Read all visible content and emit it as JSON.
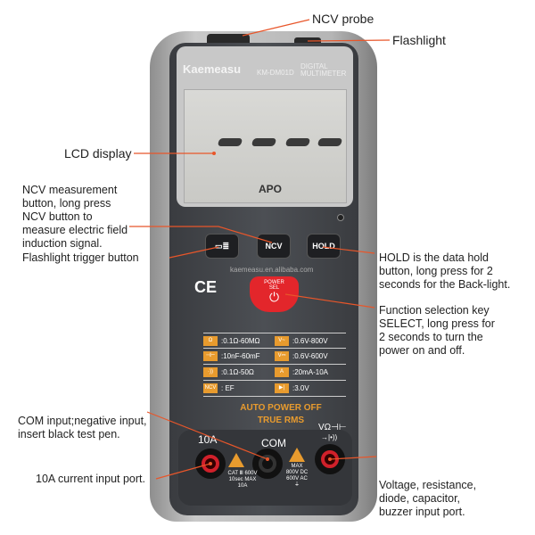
{
  "device": {
    "brand": "Kaemeasu",
    "model": "KM-DM01D",
    "type_line1": "DIGITAL",
    "type_line2": "MULTIMETER",
    "lcd_text": "APO",
    "website": "kaemeasu.en.alibaba.com",
    "buttons": {
      "flashlight": "▭≣",
      "ncv": "NCV",
      "hold": "HOLD",
      "power_line1": "POWER",
      "power_line2": "SEL"
    },
    "ce_mark": "CE",
    "specs": [
      [
        ":0.1Ω-60MΩ",
        ":0.6V-800V"
      ],
      [
        ":10nF-60mF",
        ":0.6V-600V"
      ],
      [
        ":0.1Ω-50Ω",
        ":20mA-10A"
      ],
      [
        ": EF",
        ":3.0V"
      ]
    ],
    "spec_icons": [
      [
        "Ω",
        "V~"
      ],
      [
        "⊣⊢",
        "V⎓"
      ],
      [
        "·))",
        "A"
      ],
      [
        "NCV",
        "▶|"
      ]
    ],
    "footer_line1": "AUTO POWER OFF",
    "footer_line2": "TRUE RMS",
    "jacks": {
      "left": "10A",
      "center": "COM",
      "right": "VΩ⊣⊢",
      "right_sub": "→|•))"
    },
    "left_rating_line1": "CAT Ⅲ 600V",
    "left_rating_line2": "10sec MAX",
    "left_bracket": "10A",
    "right_rating_line1": "MAX",
    "right_rating_line2": "800V DC",
    "right_rating_line3": "600V AC",
    "right_bracket": "⏚",
    "accent_color": "#e89b2e",
    "power_color": "#e3262b"
  },
  "annotations": {
    "ncv_probe": "NCV probe",
    "flashlight": "Flashlight",
    "lcd": "LCD display",
    "ncv_button": [
      "NCV measurement",
      "button, long press",
      "NCV button to",
      "measure electric field",
      "induction signal."
    ],
    "flashlight_button": "Flashlight trigger button",
    "hold": [
      "HOLD is the data hold",
      "button, long press for 2",
      "seconds for the Back-light."
    ],
    "function": [
      "Function selection key",
      "SELECT, long press for",
      "2 seconds to turn the",
      "power on and off."
    ],
    "com": [
      "COM input;negative input,",
      "insert black test pen."
    ],
    "ten_a": "10A current input port.",
    "voltage": [
      "Voltage, resistance,",
      "diode, capacitor,",
      "buzzer input port."
    ]
  }
}
